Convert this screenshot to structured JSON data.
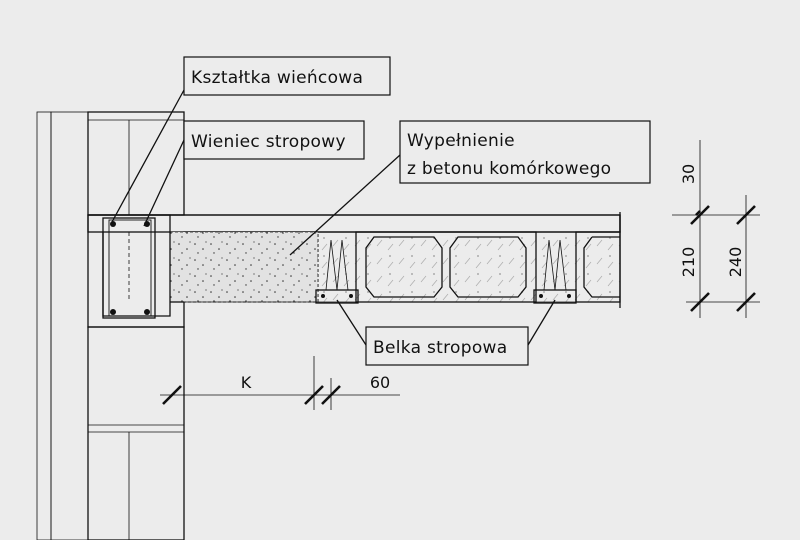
{
  "labels": {
    "ring_block": "Kształtka wieńcowa",
    "ring_beam": "Wieniec stropowy",
    "fill_line1": "Wypełnienie",
    "fill_line2": "z betonu komórkowego",
    "beam": "Belka stropowa"
  },
  "dimensions": {
    "slab_top": "30",
    "block_height": "210",
    "total_height": "240",
    "support_len": "K",
    "support_extra": "60"
  }
}
